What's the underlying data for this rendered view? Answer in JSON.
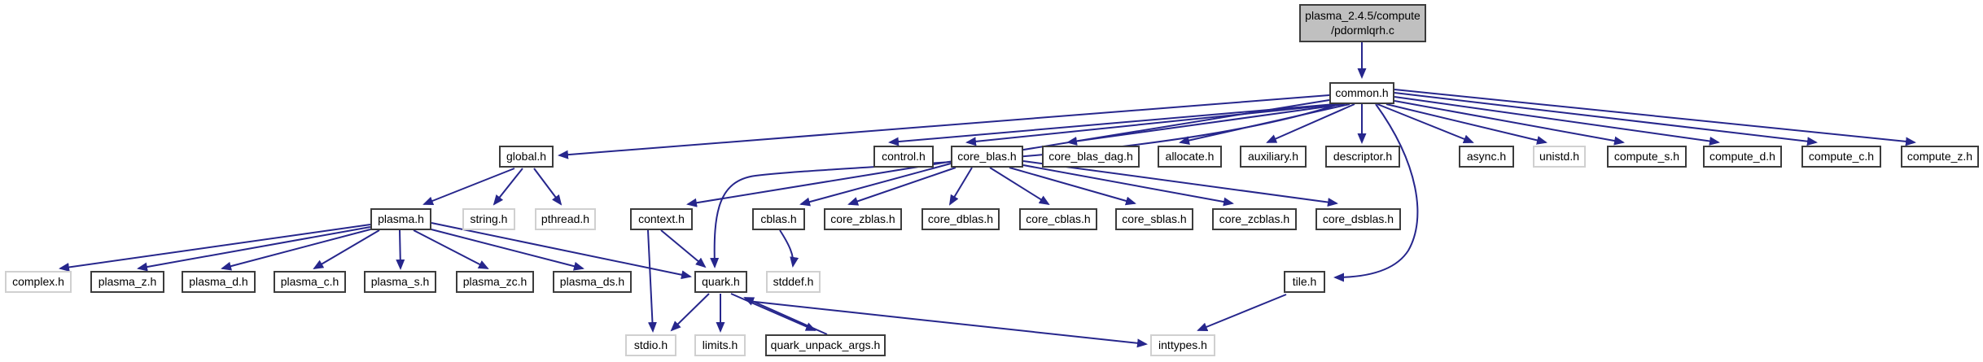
{
  "diagram": {
    "title": "include dependency graph for plasma_2.4.5/compute/pdormlqrh.c",
    "type": "doxygen-include-graph",
    "colors": {
      "background": "#ffffff",
      "edge": "#26268c",
      "node_fill": "#ffffff",
      "root_fill": "#c0c0c0",
      "project_border": "#3c3c3c",
      "system_border": "#d0d0d0",
      "text": "#000000"
    }
  },
  "nodes": [
    {
      "id": "pdormlqrh",
      "label": "plasma_2.4.5/compute\n/pdormlqrh.c",
      "kind": "root"
    },
    {
      "id": "common",
      "label": "common.h",
      "kind": "project"
    },
    {
      "id": "global",
      "label": "global.h",
      "kind": "project"
    },
    {
      "id": "control",
      "label": "control.h",
      "kind": "project"
    },
    {
      "id": "core_blas",
      "label": "core_blas.h",
      "kind": "project"
    },
    {
      "id": "core_blas_dag",
      "label": "core_blas_dag.h",
      "kind": "project"
    },
    {
      "id": "allocate",
      "label": "allocate.h",
      "kind": "project"
    },
    {
      "id": "auxiliary",
      "label": "auxiliary.h",
      "kind": "project"
    },
    {
      "id": "descriptor",
      "label": "descriptor.h",
      "kind": "project"
    },
    {
      "id": "async",
      "label": "async.h",
      "kind": "project"
    },
    {
      "id": "unistd",
      "label": "unistd.h",
      "kind": "system"
    },
    {
      "id": "compute_s",
      "label": "compute_s.h",
      "kind": "project"
    },
    {
      "id": "compute_d",
      "label": "compute_d.h",
      "kind": "project"
    },
    {
      "id": "compute_c",
      "label": "compute_c.h",
      "kind": "project"
    },
    {
      "id": "compute_z",
      "label": "compute_z.h",
      "kind": "project"
    },
    {
      "id": "plasma",
      "label": "plasma.h",
      "kind": "project"
    },
    {
      "id": "string",
      "label": "string.h",
      "kind": "system"
    },
    {
      "id": "pthread",
      "label": "pthread.h",
      "kind": "system"
    },
    {
      "id": "context",
      "label": "context.h",
      "kind": "project"
    },
    {
      "id": "cblas",
      "label": "cblas.h",
      "kind": "project"
    },
    {
      "id": "core_zblas",
      "label": "core_zblas.h",
      "kind": "project"
    },
    {
      "id": "core_dblas",
      "label": "core_dblas.h",
      "kind": "project"
    },
    {
      "id": "core_cblas",
      "label": "core_cblas.h",
      "kind": "project"
    },
    {
      "id": "core_sblas",
      "label": "core_sblas.h",
      "kind": "project"
    },
    {
      "id": "core_zcblas",
      "label": "core_zcblas.h",
      "kind": "project"
    },
    {
      "id": "core_dsblas",
      "label": "core_dsblas.h",
      "kind": "project"
    },
    {
      "id": "complex",
      "label": "complex.h",
      "kind": "system"
    },
    {
      "id": "plasma_z",
      "label": "plasma_z.h",
      "kind": "project"
    },
    {
      "id": "plasma_d",
      "label": "plasma_d.h",
      "kind": "project"
    },
    {
      "id": "plasma_c",
      "label": "plasma_c.h",
      "kind": "project"
    },
    {
      "id": "plasma_s",
      "label": "plasma_s.h",
      "kind": "project"
    },
    {
      "id": "plasma_zc",
      "label": "plasma_zc.h",
      "kind": "project"
    },
    {
      "id": "plasma_ds",
      "label": "plasma_ds.h",
      "kind": "project"
    },
    {
      "id": "quark",
      "label": "quark.h",
      "kind": "project"
    },
    {
      "id": "stddef",
      "label": "stddef.h",
      "kind": "system"
    },
    {
      "id": "tile",
      "label": "tile.h",
      "kind": "project"
    },
    {
      "id": "stdio",
      "label": "stdio.h",
      "kind": "system"
    },
    {
      "id": "limits",
      "label": "limits.h",
      "kind": "system"
    },
    {
      "id": "quark_unpack_args",
      "label": "quark_unpack_args.h",
      "kind": "project"
    },
    {
      "id": "inttypes",
      "label": "inttypes.h",
      "kind": "system"
    }
  ],
  "edges": [
    {
      "from": "pdormlqrh",
      "to": "common"
    },
    {
      "from": "common",
      "to": "global"
    },
    {
      "from": "common",
      "to": "control"
    },
    {
      "from": "common",
      "to": "core_blas"
    },
    {
      "from": "common",
      "to": "core_blas_dag"
    },
    {
      "from": "common",
      "to": "allocate"
    },
    {
      "from": "common",
      "to": "auxiliary"
    },
    {
      "from": "common",
      "to": "descriptor"
    },
    {
      "from": "common",
      "to": "async"
    },
    {
      "from": "common",
      "to": "unistd"
    },
    {
      "from": "common",
      "to": "compute_s"
    },
    {
      "from": "common",
      "to": "compute_d"
    },
    {
      "from": "common",
      "to": "compute_c"
    },
    {
      "from": "common",
      "to": "compute_z"
    },
    {
      "from": "common",
      "to": "context"
    },
    {
      "from": "common",
      "to": "quark"
    },
    {
      "from": "common",
      "to": "tile"
    },
    {
      "from": "global",
      "to": "plasma"
    },
    {
      "from": "global",
      "to": "string"
    },
    {
      "from": "global",
      "to": "pthread"
    },
    {
      "from": "plasma",
      "to": "complex"
    },
    {
      "from": "plasma",
      "to": "plasma_z"
    },
    {
      "from": "plasma",
      "to": "plasma_d"
    },
    {
      "from": "plasma",
      "to": "plasma_c"
    },
    {
      "from": "plasma",
      "to": "plasma_s"
    },
    {
      "from": "plasma",
      "to": "plasma_zc"
    },
    {
      "from": "plasma",
      "to": "plasma_ds"
    },
    {
      "from": "plasma",
      "to": "quark"
    },
    {
      "from": "core_blas",
      "to": "cblas"
    },
    {
      "from": "core_blas",
      "to": "core_zblas"
    },
    {
      "from": "core_blas",
      "to": "core_dblas"
    },
    {
      "from": "core_blas",
      "to": "core_cblas"
    },
    {
      "from": "core_blas",
      "to": "core_sblas"
    },
    {
      "from": "core_blas",
      "to": "core_zcblas"
    },
    {
      "from": "core_blas",
      "to": "core_dsblas"
    },
    {
      "from": "context",
      "to": "quark"
    },
    {
      "from": "context",
      "to": "stdio"
    },
    {
      "from": "cblas",
      "to": "stddef"
    },
    {
      "from": "quark",
      "to": "stdio"
    },
    {
      "from": "quark",
      "to": "limits"
    },
    {
      "from": "quark",
      "to": "quark_unpack_args"
    },
    {
      "from": "quark",
      "to": "inttypes"
    },
    {
      "from": "quark_unpack_args",
      "to": "quark"
    },
    {
      "from": "tile",
      "to": "inttypes"
    }
  ]
}
